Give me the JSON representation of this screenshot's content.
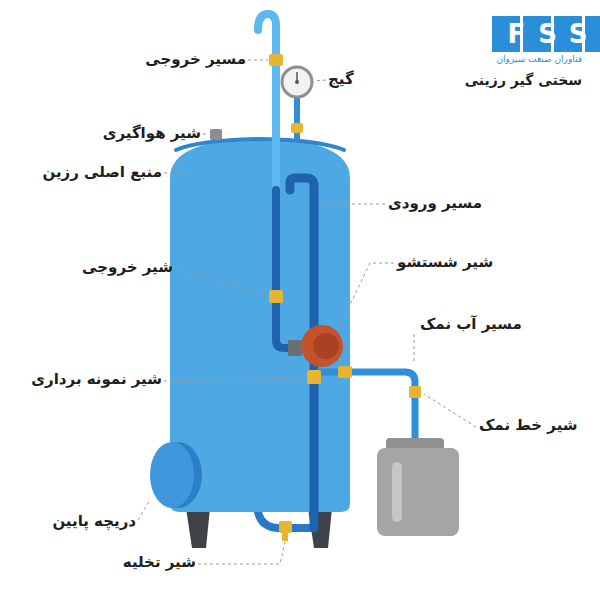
{
  "diagram": {
    "title": "سختی گیر رزینی",
    "nodes": [
      {
        "text": [
          "FSS"
        ]
      }
    ],
    "labels": [
      "مسیر خروجی",
      "گیج",
      "شیر هواگیری",
      "منبع اصلی رزین",
      "مسیر ورودی",
      "شیر خروجی",
      "شیر شستشو",
      "مسیر آب نمک",
      "شیر نمونه برداری",
      "شیر خط نمک",
      "دریچه پایین",
      "شیر تخلیه",
      "فناوران صنعت سیروان"
    ]
  }
}
